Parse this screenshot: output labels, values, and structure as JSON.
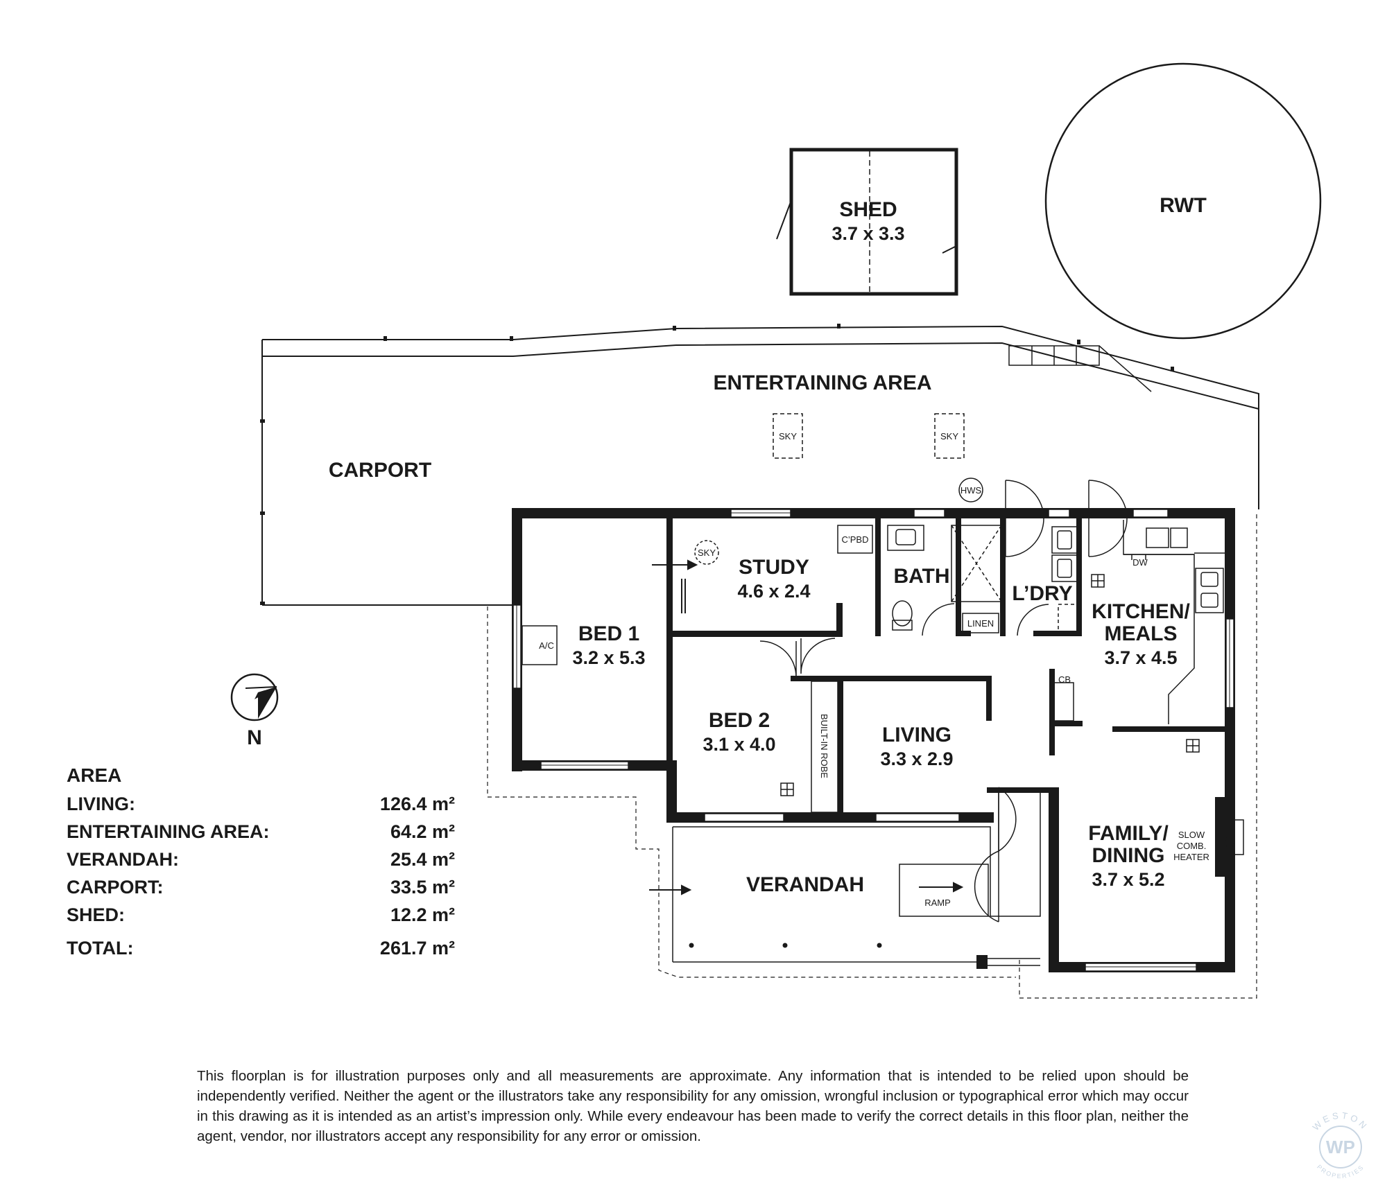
{
  "rooms": {
    "shed": {
      "name": "SHED",
      "dims": "3.7 x 3.3"
    },
    "rwt": {
      "name": "RWT"
    },
    "entertaining": {
      "name": "ENTERTAINING AREA"
    },
    "carport": {
      "name": "CARPORT"
    },
    "bed1": {
      "name": "BED 1",
      "dims": "3.2 x 5.3"
    },
    "study": {
      "name": "STUDY",
      "dims": "4.6 x 2.4"
    },
    "bath": {
      "name": "BATH"
    },
    "laundry": {
      "name": "L’DRY"
    },
    "kitchen": {
      "name_line1": "KITCHEN/",
      "name_line2": "MEALS",
      "dims": "3.7 x 4.5"
    },
    "bed2": {
      "name": "BED 2",
      "dims": "3.1 x 4.0"
    },
    "living": {
      "name": "LIVING",
      "dims": "3.3 x 2.9"
    },
    "family": {
      "name_line1": "FAMILY/",
      "name_line2": "DINING",
      "dims": "3.7 x 5.2"
    },
    "verandah": {
      "name": "VERANDAH"
    }
  },
  "fixtures": {
    "sky": "SKY",
    "hws": "HWS",
    "cpbd": "C’PBD",
    "linen": "LINEN",
    "dw": "DW",
    "ac": "A/C",
    "cb": "CB",
    "robe": "BUILT-IN ROBE",
    "ramp": "RAMP",
    "heater_line1": "SLOW",
    "heater_line2": "COMB.",
    "heater_line3": "HEATER"
  },
  "compass": {
    "label": "N"
  },
  "area_summary": {
    "title": "AREA",
    "rows": [
      {
        "label": "LIVING:",
        "value": "126.4 m²"
      },
      {
        "label": "ENTERTAINING AREA:",
        "value": "64.2 m²"
      },
      {
        "label": "VERANDAH:",
        "value": "25.4 m²"
      },
      {
        "label": "CARPORT:",
        "value": "33.5 m²"
      },
      {
        "label": "SHED:",
        "value": "12.2 m²"
      }
    ],
    "total": {
      "label": "TOTAL:",
      "value": "261.7 m²"
    }
  },
  "disclaimer": "This floorplan is for illustration purposes only and all measurements are approximate. Any information that is intended to be relied upon should be independently verified. Neither the agent or the illustrators take any responsibility for any omission, wrongful inclusion or typographical error which may occur in this drawing as it is intended as an artist’s impression only. While every endeavour has been made to verify the correct details in this floor plan, neither the agent, vendor, nor illustrators accept any responsibility for any error or omission.",
  "watermark": {
    "top_text": "WESTON",
    "initials": "WP",
    "bottom_text": "PROPERTIES"
  },
  "colors": {
    "ink": "#1a1a1a",
    "watermark": "#c9d6e3"
  }
}
